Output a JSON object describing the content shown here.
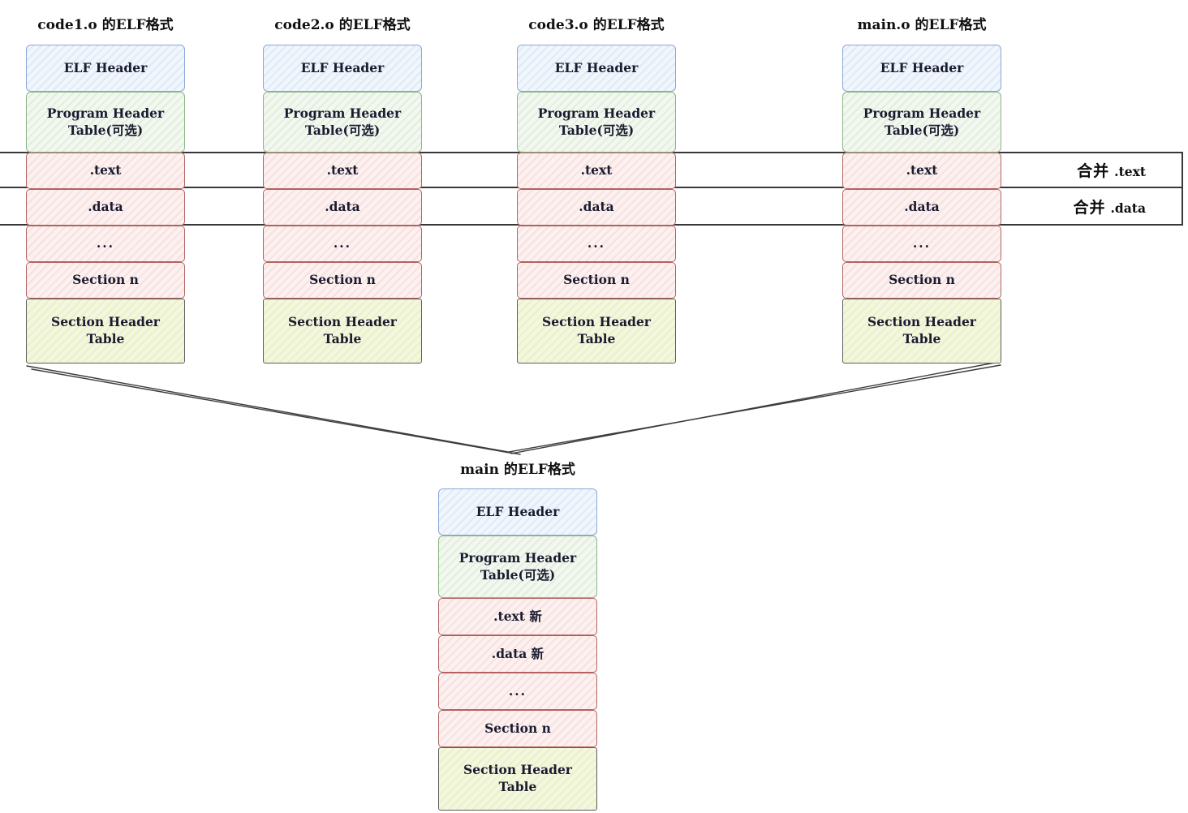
{
  "colors": {
    "elf_header_border": "#8aa8d6",
    "program_header_border": "#8cb487",
    "section_border": "#b26360",
    "section_header_table_border": "#5c5d5e",
    "merge_band_border": "#383838"
  },
  "columns": [
    {
      "title": "code1.o 的ELF格式",
      "rows": [
        {
          "label": "ELF Header",
          "type": "blue"
        },
        {
          "label": "Program Header Table(可选)",
          "type": "green"
        },
        {
          "label": ".text",
          "type": "red"
        },
        {
          "label": ".data",
          "type": "red"
        },
        {
          "label": "...",
          "type": "red"
        },
        {
          "label": "Section n",
          "type": "red"
        },
        {
          "label": "Section Header Table",
          "type": "olive"
        }
      ]
    },
    {
      "title": "code2.o 的ELF格式",
      "rows": [
        {
          "label": "ELF Header",
          "type": "blue"
        },
        {
          "label": "Program Header Table(可选)",
          "type": "green"
        },
        {
          "label": ".text",
          "type": "red"
        },
        {
          "label": ".data",
          "type": "red"
        },
        {
          "label": "...",
          "type": "red"
        },
        {
          "label": "Section n",
          "type": "red"
        },
        {
          "label": "Section Header Table",
          "type": "olive"
        }
      ]
    },
    {
      "title": "code3.o 的ELF格式",
      "rows": [
        {
          "label": "ELF Header",
          "type": "blue"
        },
        {
          "label": "Program Header Table(可选)",
          "type": "green"
        },
        {
          "label": ".text",
          "type": "red"
        },
        {
          "label": ".data",
          "type": "red"
        },
        {
          "label": "...",
          "type": "red"
        },
        {
          "label": "Section n",
          "type": "red"
        },
        {
          "label": "Section Header Table",
          "type": "olive"
        }
      ]
    },
    {
      "title": "main.o 的ELF格式",
      "rows": [
        {
          "label": "ELF Header",
          "type": "blue"
        },
        {
          "label": "Program Header Table(可选)",
          "type": "green"
        },
        {
          "label": ".text",
          "type": "red"
        },
        {
          "label": ".data",
          "type": "red"
        },
        {
          "label": "...",
          "type": "red"
        },
        {
          "label": "Section n",
          "type": "red"
        },
        {
          "label": "Section Header Table",
          "type": "olive"
        }
      ]
    }
  ],
  "merge_labels": [
    {
      "cn": "合并",
      "code": ".text"
    },
    {
      "cn": "合并",
      "code": ".data"
    }
  ],
  "result": {
    "title": "main 的ELF格式",
    "rows": [
      {
        "label": "ELF Header",
        "type": "blue"
      },
      {
        "label": "Program Header Table(可选)",
        "type": "green"
      },
      {
        "label": ".text 新",
        "type": "red"
      },
      {
        "label": ".data 新",
        "type": "red"
      },
      {
        "label": "...",
        "type": "red"
      },
      {
        "label": "Section n",
        "type": "red"
      },
      {
        "label": "Section Header Table",
        "type": "olive"
      }
    ]
  }
}
